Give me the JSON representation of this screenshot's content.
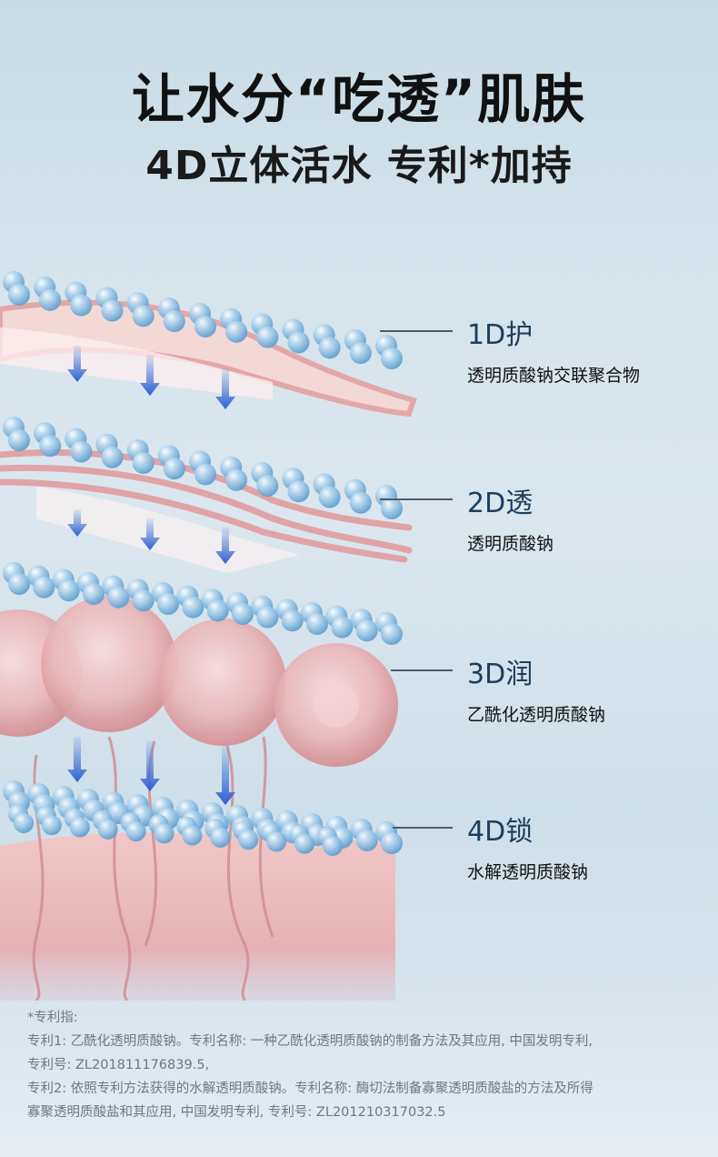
{
  "header": {
    "title": "让水分“吃透”肌肤",
    "subtitle": "4D立体活水 专利*加持"
  },
  "layers": [
    {
      "name": "1D护",
      "desc": "透明质酸钠交联聚合物"
    },
    {
      "name": "2D透",
      "desc": "透明质酸钠"
    },
    {
      "name": "3D润",
      "desc": "乙酰化透明质酸钠"
    },
    {
      "name": "4D锁",
      "desc": "水解透明质酸钠"
    }
  ],
  "footnote": {
    "heading": "*专利指:",
    "lines": [
      "专利1: 乙酰化透明质酸钠。专利名称: 一种乙酰化透明质酸钠的制备方法及其应用, 中国发明专利,",
      "专利号: ZL201811176839.5,",
      "专利2: 依照专利方法获得的水解透明质酸钠。专利名称: 酶切法制备寡聚透明质酸盐的方法及所得",
      "寡聚透明质酸盐和其应用, 中国发明专利, 专利号: ZL201210317032.5"
    ]
  },
  "colors": {
    "bead": "#8fbfe0",
    "skin": "#e8b3b4",
    "arrow": "#3b6fd8",
    "label": "#1f3e5c"
  },
  "icons": [
    "water-bead-icon",
    "down-arrow-icon",
    "sphere-icon"
  ]
}
